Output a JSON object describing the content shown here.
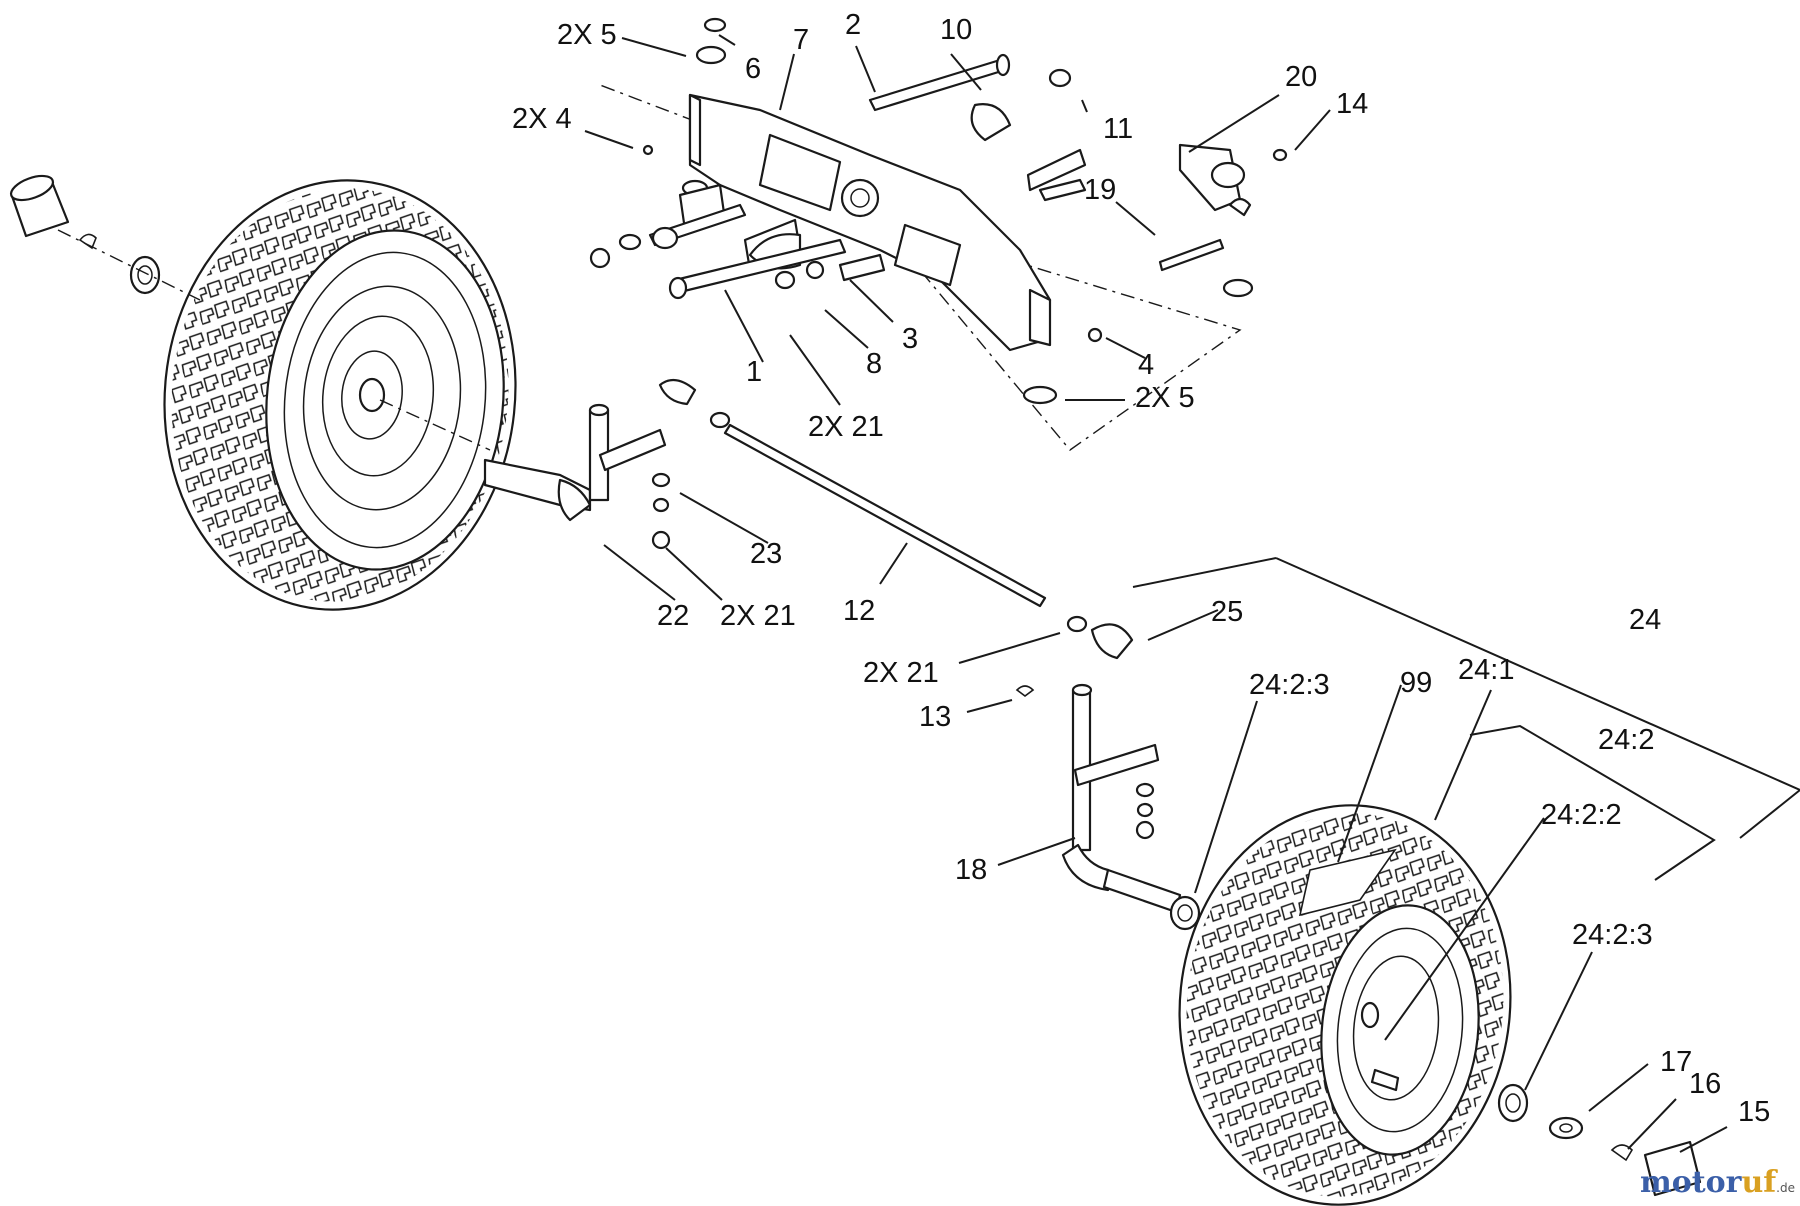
{
  "diagram": {
    "callouts": [
      {
        "id": "c-2x5-top",
        "text": "2X 5"
      },
      {
        "id": "c-6",
        "text": "6"
      },
      {
        "id": "c-7",
        "text": "7"
      },
      {
        "id": "c-2",
        "text": "2"
      },
      {
        "id": "c-10",
        "text": "10"
      },
      {
        "id": "c-20",
        "text": "20"
      },
      {
        "id": "c-14",
        "text": "14"
      },
      {
        "id": "c-2x4",
        "text": "2X 4"
      },
      {
        "id": "c-11",
        "text": "11"
      },
      {
        "id": "c-19",
        "text": "19"
      },
      {
        "id": "c-3",
        "text": "3"
      },
      {
        "id": "c-1",
        "text": "1"
      },
      {
        "id": "c-8",
        "text": "8"
      },
      {
        "id": "c-4",
        "text": "4"
      },
      {
        "id": "c-2x5-bot",
        "text": "2X 5"
      },
      {
        "id": "c-2x21-a",
        "text": "2X 21"
      },
      {
        "id": "c-23",
        "text": "23"
      },
      {
        "id": "c-22",
        "text": "22"
      },
      {
        "id": "c-2x21-b",
        "text": "2X 21"
      },
      {
        "id": "c-12",
        "text": "12"
      },
      {
        "id": "c-25",
        "text": "25"
      },
      {
        "id": "c-24",
        "text": "24"
      },
      {
        "id": "c-2x21-c",
        "text": "2X 21"
      },
      {
        "id": "c-24-2-3-a",
        "text": "24:2:3"
      },
      {
        "id": "c-99",
        "text": "99"
      },
      {
        "id": "c-24-1",
        "text": "24:1"
      },
      {
        "id": "c-13",
        "text": "13"
      },
      {
        "id": "c-24-2",
        "text": "24:2"
      },
      {
        "id": "c-24-2-2",
        "text": "24:2:2"
      },
      {
        "id": "c-18",
        "text": "18"
      },
      {
        "id": "c-24-2-3-b",
        "text": "24:2:3"
      },
      {
        "id": "c-17",
        "text": "17"
      },
      {
        "id": "c-16",
        "text": "16"
      },
      {
        "id": "c-15",
        "text": "15"
      }
    ]
  },
  "watermark": {
    "part1": "motor",
    "part2": "uf",
    "part3": ".de"
  }
}
